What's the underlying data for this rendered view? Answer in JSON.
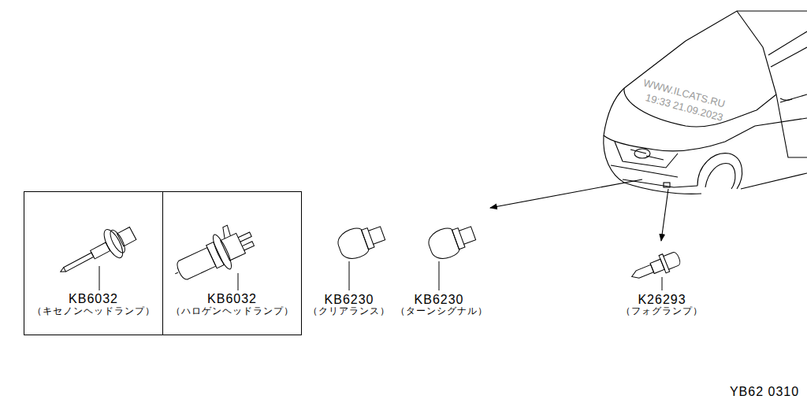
{
  "diagram": {
    "nodes": [
      {
        "text": [
          "KB6032",
          "（キセノンヘッドランプ）"
        ]
      },
      {
        "text": [
          "KB6032",
          "（ハロゲンヘッドランプ）"
        ]
      }
    ],
    "labels": [
      "KB6230",
      "（クリアランス）",
      "KB6230",
      "（ターンシグナル）",
      "K26293",
      "（フォグランプ）",
      "WWW.ILCATS.RU",
      "19:33 21.09.2023",
      "YB62 0310"
    ]
  }
}
